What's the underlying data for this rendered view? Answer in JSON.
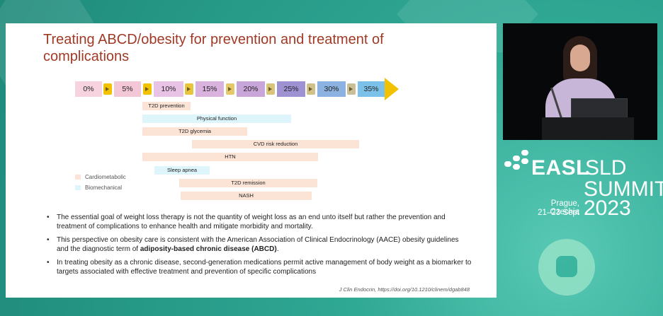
{
  "slide": {
    "title": "Treating ABCD/obesity for prevention and treatment of complications",
    "scale": [
      "0%",
      "5%",
      "10%",
      "15%",
      "20%",
      "25%",
      "30%",
      "35%"
    ],
    "scale_colors": [
      "#f7d3df",
      "#f4c7d6",
      "#e8c3e6",
      "#d9b2de",
      "#c9a6da",
      "#9f92d3",
      "#8bb2e0",
      "#7cc1ea"
    ],
    "chip_colors": [
      "#f2c200",
      "#f2c200",
      "#e9c53d",
      "#e4c86a",
      "#d8c47a",
      "#d0c18a",
      "#c8bf98"
    ],
    "bars": [
      {
        "label": "T2D prevention",
        "type": "cardio"
      },
      {
        "label": "Physical function",
        "type": "biomech"
      },
      {
        "label": "T2D glycemia",
        "type": "cardio"
      },
      {
        "label": "CVD risk reduction",
        "type": "cardio"
      },
      {
        "label": "HTN",
        "type": "cardio"
      },
      {
        "label": "Sleep apnea",
        "type": "biomech"
      },
      {
        "label": "T2D remission",
        "type": "cardio"
      },
      {
        "label": "NASH",
        "type": "cardio"
      }
    ],
    "legend": {
      "cardio": "Cardiometabolic",
      "biomech": "Biomechanical"
    },
    "bullets": [
      {
        "text": "The essential goal of weight loss therapy is not the quantity of weight loss as an end unto itself but rather the prevention and treatment of complications to enhance health and mitigate morbidity and mortality."
      },
      {
        "text": "This perspective on obesity care is consistent with the American Association of Clinical Endocrinology (AACE) obesity guidelines and the diagnostic term of ",
        "bold": "adiposity-based chronic disease (ABCD)",
        "after": "."
      },
      {
        "text": "In treating obesity as a chronic disease, second-generation medications permit active management of body weight as a biomarker to targets associated with effective treatment and prevention of specific complications"
      }
    ],
    "citation": "J Clin Endocrin, https://doi.org/10.1210/clinem/dgab848"
  },
  "branding": {
    "easl": "EASL",
    "sld": "SLD",
    "summit": "SUMMIT",
    "year": "2023",
    "place": "Prague, Czechia",
    "dates": "21–23 Sept"
  },
  "colors": {
    "title": "#a03a26",
    "arrow": "#f2c200",
    "cardio": "#fbe3d6",
    "biomech": "#ddf5fb",
    "background": "#2fa894"
  }
}
